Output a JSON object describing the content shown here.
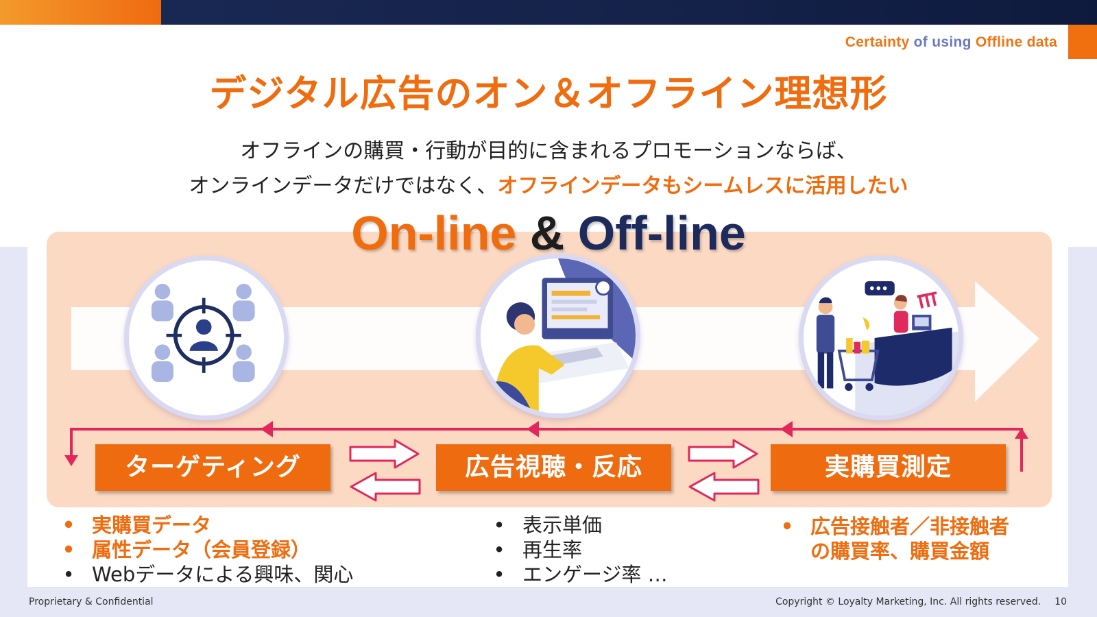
{
  "header": {
    "tagline_part1": "Certainty",
    "tagline_part2": "of using",
    "tagline_part3": "Offline data"
  },
  "title": "デジタル広告のオン＆オフライン理想形",
  "subtitle": {
    "line1": "オフラインの購買・行動が目的に含まれるプロモーションならば、",
    "line2_plain": "オンラインデータだけではなく、",
    "line2_highlight": "オフラインデータもシームレスに活用したい"
  },
  "big_title": {
    "online": "On-line",
    "amp": "&",
    "offline": "Off-line"
  },
  "stages": [
    {
      "label": "ターゲティング",
      "icon": "targeting-people-icon"
    },
    {
      "label": "広告視聴・反応",
      "icon": "person-at-computer-icon"
    },
    {
      "label": "実購買測定",
      "icon": "store-checkout-icon"
    }
  ],
  "lists": {
    "targeting": [
      "実購買データ",
      "属性データ（会員登録）",
      "Webデータによる興味、関心"
    ],
    "viewing": [
      "表示単価",
      "再生率",
      "エンゲージ率 …"
    ],
    "measurement": [
      "広告接触者／非接触者",
      "の購買率、購買金額"
    ]
  },
  "bullet": "•",
  "footer": {
    "left": "Proprietary & Confidential",
    "copyright": "Copyright © Loyalty Marketing, Inc. All rights reserved.",
    "page": "10"
  },
  "colors": {
    "accent_orange": "#ef6c0f",
    "navy": "#1d2a5c",
    "salmon_panel": "#fcd9c3",
    "loop_red": "#e2275a",
    "tagline_blue": "#6b79c0"
  }
}
